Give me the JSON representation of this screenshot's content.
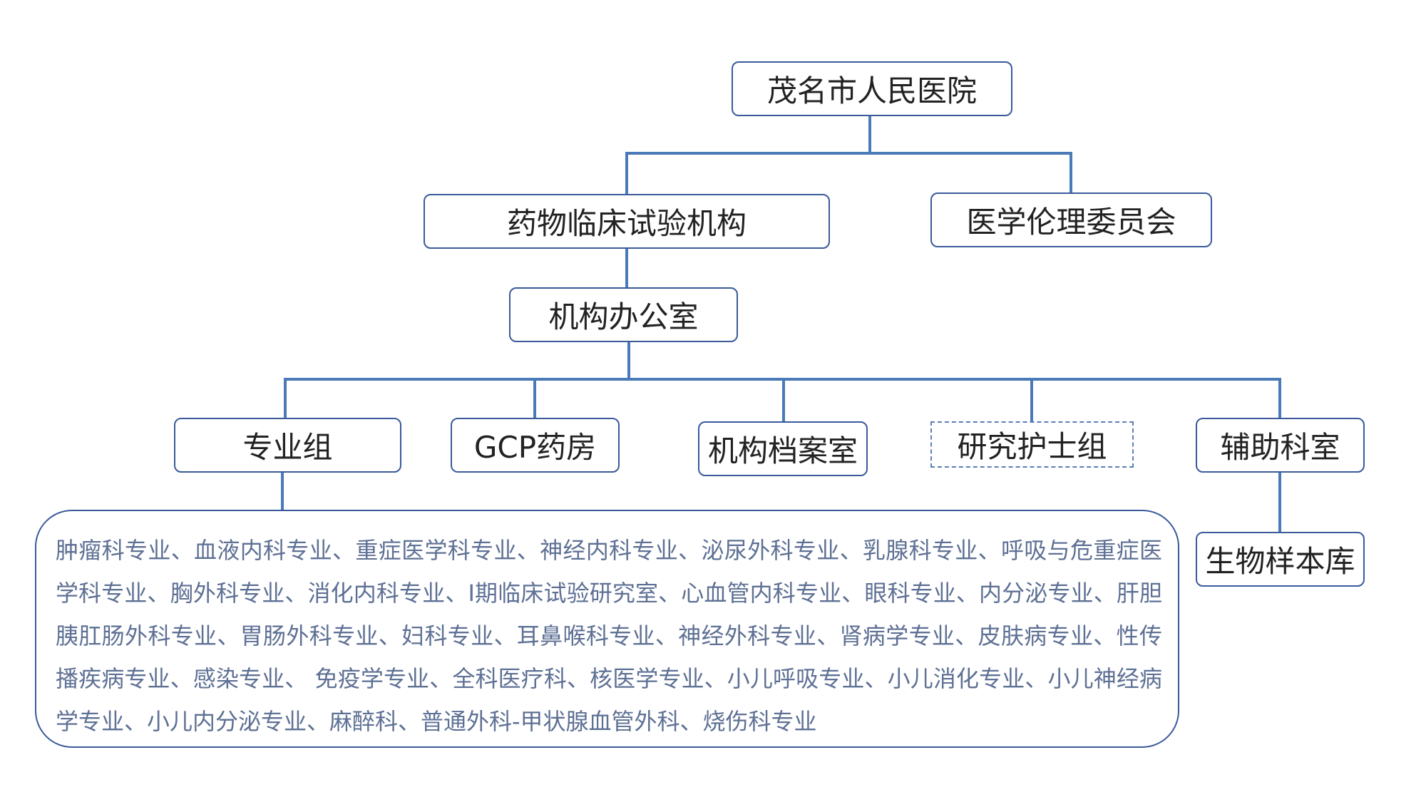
{
  "nodes": {
    "root": "茂名市人民医院",
    "institution": "药物临床试验机构",
    "ethics": "医学伦理委员会",
    "office": "机构办公室",
    "specialty_group": "专业组",
    "gcp_pharmacy": "GCP药房",
    "archive_room": "机构档案室",
    "research_nurse_group": "研究护士组",
    "auxiliary_dept": "辅助科室",
    "biobank": "生物样本库"
  },
  "specialties_text": "肿瘤科专业、血液内科专业、重症医学科专业、神经内科专业、泌尿外科专业、乳腺科专业、呼吸与危重症医学科专业、胸外科专业、消化内科专业、Ⅰ期临床试验研究室、心血管内科专业、眼科专业、内分泌专业、肝胆胰肛肠外科专业、胃肠外科专业、妇科专业、耳鼻喉科专业、神经外科专业、肾病学专业、皮肤病专业、性传播疾病专业、感染专业、 免疫学专业、全科医疗科、核医学专业、小儿呼吸专业、小儿消化专业、小儿神经病学专业、小儿内分泌专业、麻醉科、普通外科-甲状腺血管外科、烧伤科专业",
  "colors": {
    "line": "#4a7ab8",
    "border": "#3a5a9a",
    "text": "#5e7094"
  }
}
